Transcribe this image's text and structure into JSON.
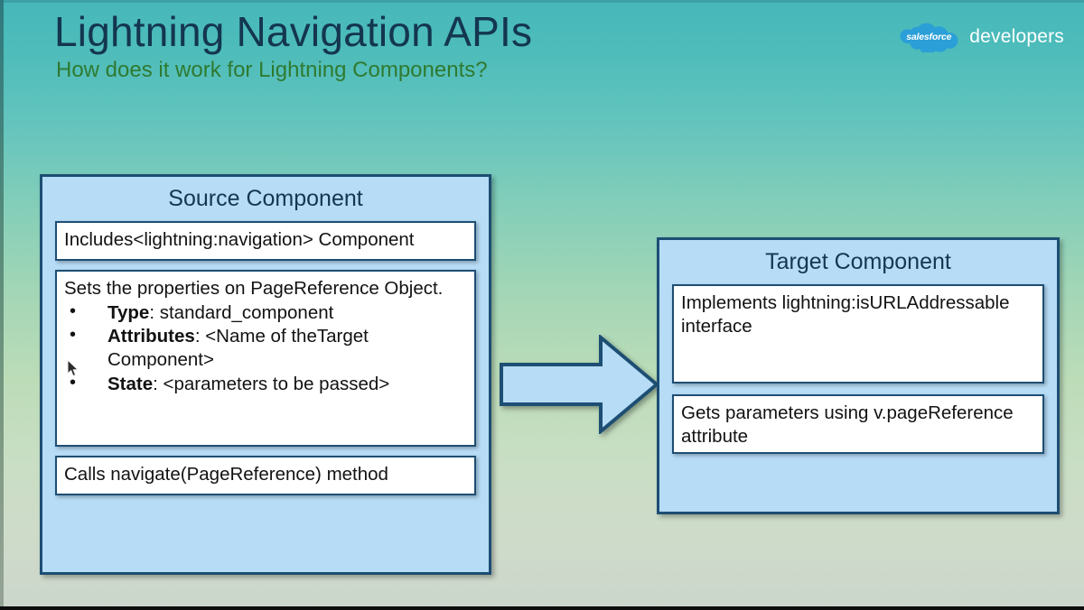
{
  "slide": {
    "title": "Lightning Navigation APIs",
    "subtitle": "How does it work for Lightning Components?",
    "background_top_color": "#47b7bb",
    "background_bottom_color": "#ccd6cc",
    "panel_fill_color": "#b6dcf6",
    "panel_border_color": "#1d4e73",
    "title_color": "#14364f",
    "subtitle_color": "#2f7a30"
  },
  "logo": {
    "cloud_word": "salesforce",
    "word": "developers",
    "cloud_color": "#2a9fd8"
  },
  "diagram": {
    "source": {
      "title": "Source Component",
      "boxes": [
        {
          "text": "Includes<lightning:navigation> Component"
        },
        {
          "intro": "Sets the properties on PageReference Object.",
          "items": [
            {
              "label": "Type",
              "value": ": standard_component"
            },
            {
              "label": "Attributes",
              "value": ": <Name of theTarget Component>"
            },
            {
              "label": "State",
              "value": ": <parameters to be passed>"
            }
          ]
        },
        {
          "text": "Calls navigate(PageReference) method"
        }
      ]
    },
    "arrow": {
      "direction": "right",
      "fill_color": "#b6dcf6",
      "stroke_color": "#1d4e73"
    },
    "target": {
      "title": "Target Component",
      "boxes": [
        {
          "text": "Implements lightning:isURLAddressable interface"
        },
        {
          "text": "Gets parameters using v.pageReference attribute"
        }
      ]
    }
  },
  "cursor": {
    "name": "mouse-pointer"
  }
}
